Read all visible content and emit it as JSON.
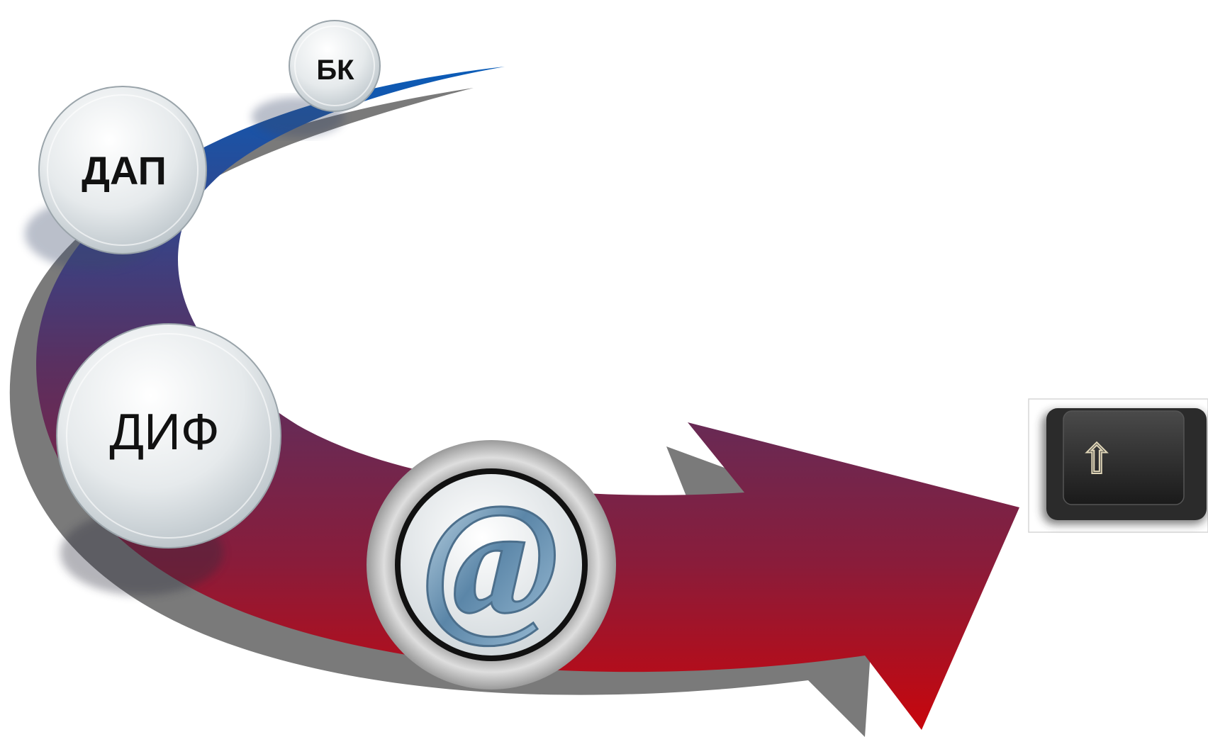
{
  "diagram": {
    "nodes": [
      {
        "id": "bk",
        "label": "БК",
        "bold": true
      },
      {
        "id": "dap",
        "label": "ДАП",
        "bold": true
      },
      {
        "id": "dif",
        "label": "ДИФ",
        "bold": false
      }
    ],
    "center_icon": {
      "name": "at-sign-icon",
      "glyph": "@"
    },
    "key_icon": {
      "name": "shift-key-icon",
      "glyph": "⇧"
    }
  },
  "colors": {
    "arrow_top": "#0a5cb8",
    "arrow_mid": "#6b2a4e",
    "arrow_bottom": "#c8060c",
    "arrow_shadow": "#7a7a7a",
    "sphere_light": "#f4f6f7",
    "sphere_dark": "#b9c2c7",
    "key_body": "#2e2e2e"
  }
}
